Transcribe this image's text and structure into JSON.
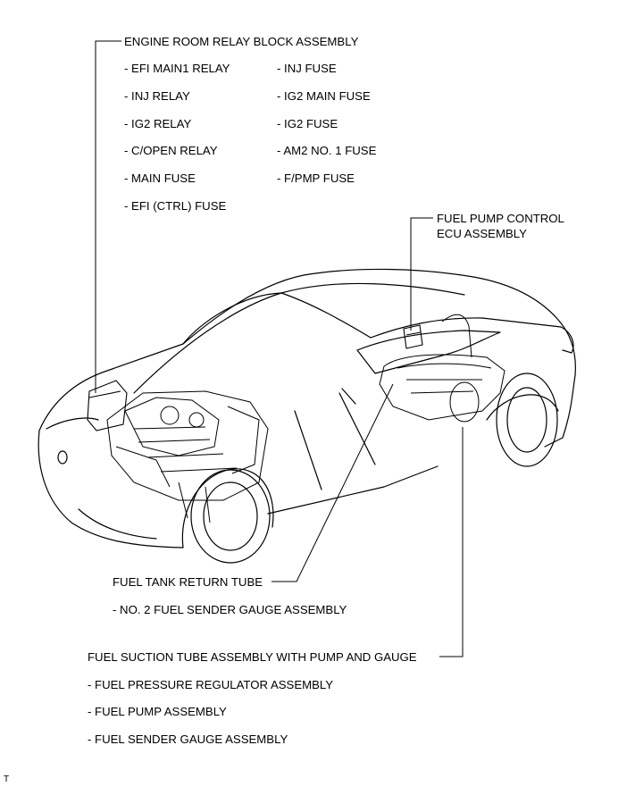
{
  "engine_room": {
    "title": "ENGINE ROOM RELAY BLOCK ASSEMBLY",
    "left_items": [
      "- EFI MAIN1 RELAY",
      "- INJ RELAY",
      "- IG2 RELAY",
      "- C/OPEN RELAY",
      "- MAIN FUSE",
      "- EFI (CTRL) FUSE"
    ],
    "right_items": [
      "- INJ FUSE",
      "- IG2 MAIN FUSE",
      "- IG2 FUSE",
      "- AM2 NO. 1 FUSE",
      "- F/PMP FUSE"
    ]
  },
  "fuel_pump_ecu": {
    "line1": "FUEL PUMP CONTROL",
    "line2": "ECU ASSEMBLY"
  },
  "return_tube": {
    "title": "FUEL TANK RETURN TUBE",
    "items": [
      "- NO. 2 FUEL SENDER GAUGE ASSEMBLY"
    ]
  },
  "suction_tube": {
    "title": "FUEL SUCTION TUBE ASSEMBLY WITH PUMP AND GAUGE",
    "items": [
      "- FUEL PRESSURE REGULATOR ASSEMBLY",
      "- FUEL PUMP ASSEMBLY",
      "- FUEL SENDER GAUGE ASSEMBLY"
    ]
  },
  "corner_mark": "T"
}
